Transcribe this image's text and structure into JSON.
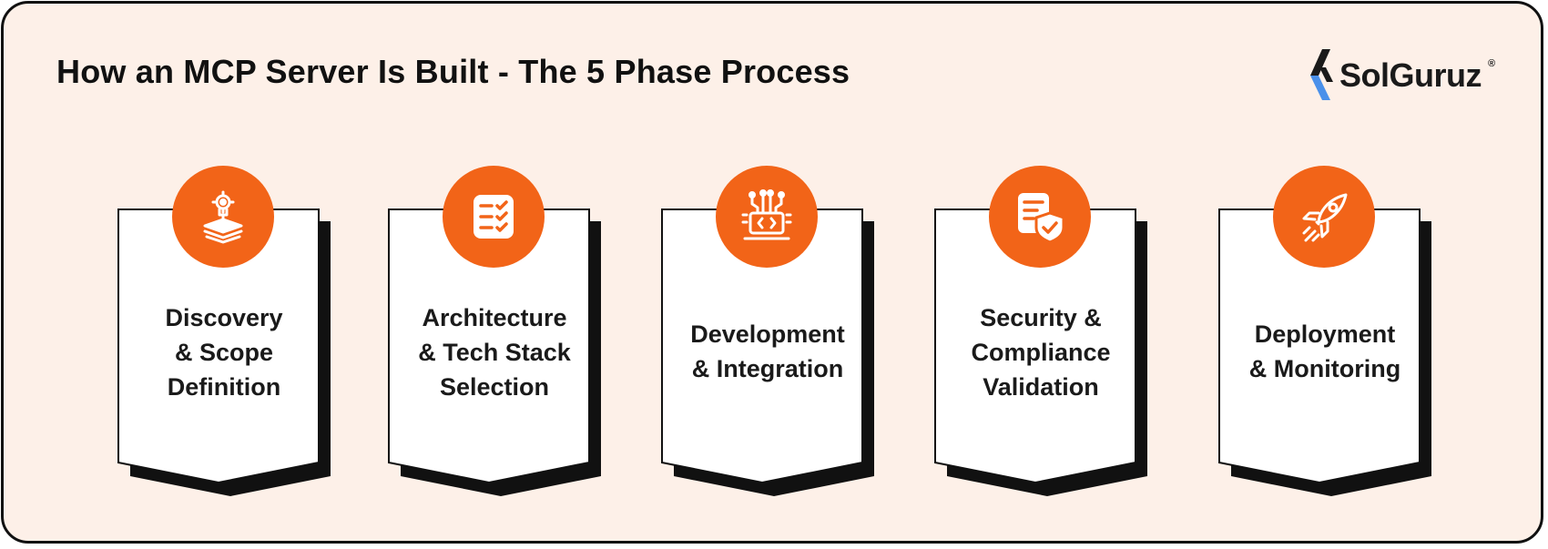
{
  "title": "How an MCP Server Is Built - The 5 Phase Process",
  "logo": {
    "text": "SolGuruz",
    "mark": "®"
  },
  "colors": {
    "accent": "#f26418",
    "background": "#fdf0e8",
    "ink": "#111111"
  },
  "phases": [
    {
      "icon": "idea-layers-icon",
      "lines": [
        "Discovery",
        "& Scope",
        "Definition"
      ]
    },
    {
      "icon": "checklist-icon",
      "lines": [
        "Architecture",
        "& Tech Stack",
        "Selection"
      ]
    },
    {
      "icon": "code-circuit-icon",
      "lines": [
        "Development",
        "& Integration"
      ]
    },
    {
      "icon": "document-shield-icon",
      "lines": [
        "Security &",
        "Compliance",
        "Validation"
      ]
    },
    {
      "icon": "rocket-icon",
      "lines": [
        "Deployment",
        "& Monitoring"
      ]
    }
  ]
}
